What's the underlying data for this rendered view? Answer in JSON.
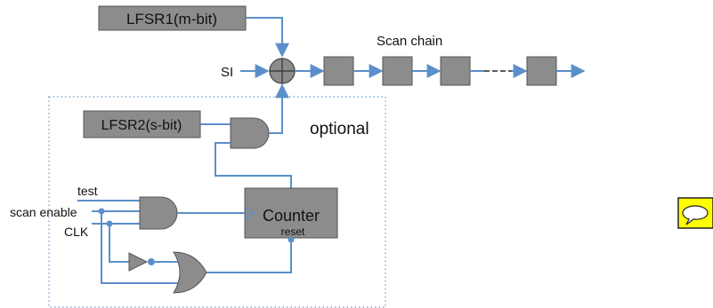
{
  "diagram": {
    "lfsr1_label": "LFSR1(m-bit)",
    "lfsr2_label": "LFSR2(s-bit)",
    "si_label": "SI",
    "scan_chain_label": "Scan chain",
    "optional_label": "optional",
    "test_label": "test",
    "scan_enable_label": "scan enable",
    "clk_label": "CLK",
    "counter_label": "Counter",
    "reset_label": "reset",
    "scan_cells": 4
  },
  "colors": {
    "wire": "#5b8fc9",
    "block_fill": "#8c8c8c",
    "block_stroke": "#555555",
    "dashed_box": "#6a9fd0",
    "comment_fill": "#ffff00"
  },
  "icons": {
    "comment": "speech-bubble-icon"
  }
}
